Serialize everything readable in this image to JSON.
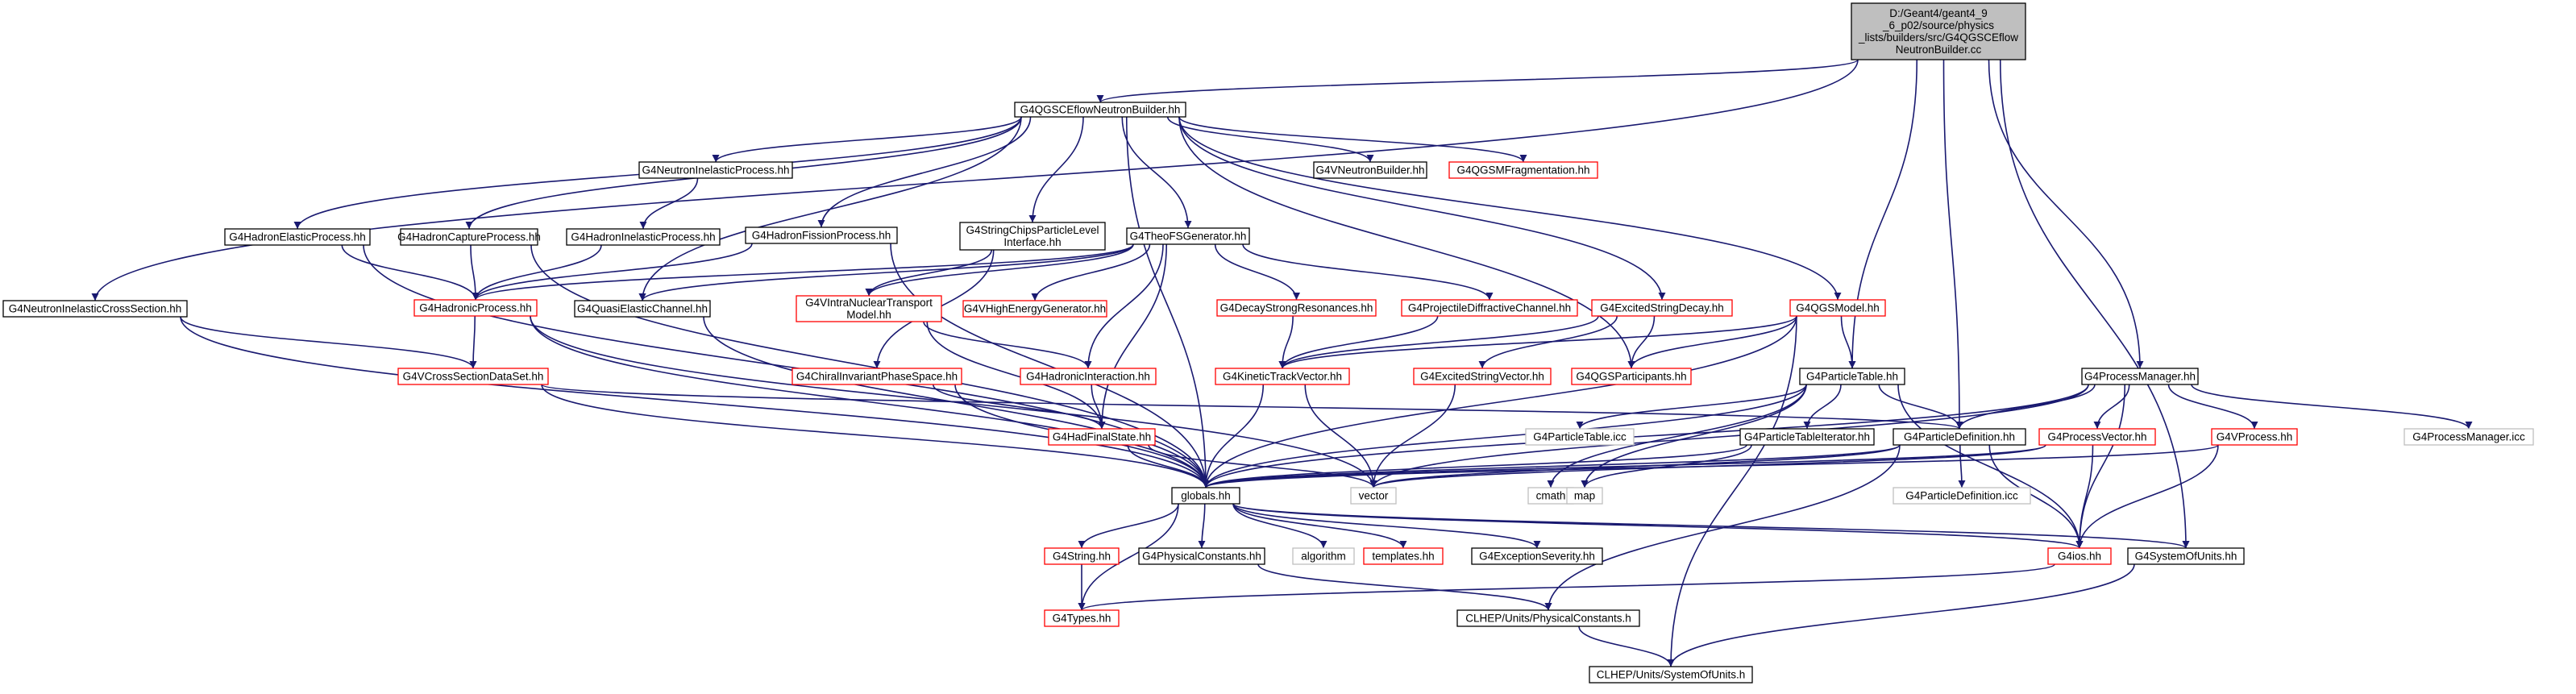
{
  "colors": {
    "root_fill": "#bfbfbf",
    "normal_border": "#000000",
    "normal_text": "#000000",
    "missing_border": "#ff0000",
    "missing_text": "#ff0000",
    "system_border": "#bfbfbf",
    "system_text": "#000000",
    "edge": "#191970"
  },
  "nodes": [
    {
      "id": "root",
      "lines": [
        "D:/Geant4/geant4_9",
        "_6_p02/source/physics",
        "_lists/builders/src/G4QGSCEflow",
        "NeutronBuilder.cc"
      ],
      "style": "root"
    },
    {
      "id": "qgsceflow",
      "lines": [
        "G4QGSCEflowNeutronBuilder.hh"
      ],
      "style": "normal"
    },
    {
      "id": "nicrosssec",
      "lines": [
        "G4NeutronInelasticCrossSection.hh"
      ],
      "style": "normal"
    },
    {
      "id": "hadelastic",
      "lines": [
        "G4HadronElasticProcess.hh"
      ],
      "style": "normal"
    },
    {
      "id": "hadcapture",
      "lines": [
        "G4HadronCaptureProcess.hh"
      ],
      "style": "normal"
    },
    {
      "id": "neutroninel",
      "lines": [
        "G4NeutronInelasticProcess.hh"
      ],
      "style": "normal"
    },
    {
      "id": "hadroninel",
      "lines": [
        "G4HadronInelasticProcess.hh"
      ],
      "style": "normal"
    },
    {
      "id": "hadfission",
      "lines": [
        "G4HadronFissionProcess.hh"
      ],
      "style": "normal"
    },
    {
      "id": "stringchips",
      "lines": [
        "G4StringChipsParticleLevel",
        "Interface.hh"
      ],
      "style": "normal"
    },
    {
      "id": "theofs",
      "lines": [
        "G4TheoFSGenerator.hh"
      ],
      "style": "normal"
    },
    {
      "id": "vneutronbuilder",
      "lines": [
        "G4VNeutronBuilder.hh"
      ],
      "style": "normal"
    },
    {
      "id": "qgsmfrag",
      "lines": [
        "G4QGSMFragmentation.hh"
      ],
      "style": "missing"
    },
    {
      "id": "hadronicproc",
      "lines": [
        "G4HadronicProcess.hh"
      ],
      "style": "missing"
    },
    {
      "id": "quasielastic",
      "lines": [
        "G4QuasiElasticChannel.hh"
      ],
      "style": "normal"
    },
    {
      "id": "vintranuclear",
      "lines": [
        "G4VIntraNuclearTransport",
        "Model.hh"
      ],
      "style": "missing"
    },
    {
      "id": "vhighenergy",
      "lines": [
        "G4VHighEnergyGenerator.hh"
      ],
      "style": "missing"
    },
    {
      "id": "decaystrong",
      "lines": [
        "G4DecayStrongResonances.hh"
      ],
      "style": "missing"
    },
    {
      "id": "projdiffractive",
      "lines": [
        "G4ProjectileDiffractiveChannel.hh"
      ],
      "style": "missing"
    },
    {
      "id": "excitedstringdecay",
      "lines": [
        "G4ExcitedStringDecay.hh"
      ],
      "style": "missing"
    },
    {
      "id": "qgsmodel",
      "lines": [
        "G4QGSModel.hh"
      ],
      "style": "missing"
    },
    {
      "id": "vcrosssection",
      "lines": [
        "G4VCrossSectionDataSet.hh"
      ],
      "style": "missing"
    },
    {
      "id": "chiralinv",
      "lines": [
        "G4ChiralInvariantPhaseSpace.hh"
      ],
      "style": "missing"
    },
    {
      "id": "hadronicinter",
      "lines": [
        "G4HadronicInteraction.hh"
      ],
      "style": "missing"
    },
    {
      "id": "kinetictrack",
      "lines": [
        "G4KineticTrackVector.hh"
      ],
      "style": "missing"
    },
    {
      "id": "excitedstringvec",
      "lines": [
        "G4ExcitedStringVector.hh"
      ],
      "style": "missing"
    },
    {
      "id": "qgsparticipants",
      "lines": [
        "G4QGSParticipants.hh"
      ],
      "style": "missing"
    },
    {
      "id": "particletable",
      "lines": [
        "G4ParticleTable.hh"
      ],
      "style": "normal"
    },
    {
      "id": "processmanager",
      "lines": [
        "G4ProcessManager.hh"
      ],
      "style": "normal"
    },
    {
      "id": "hadfinalstate",
      "lines": [
        "G4HadFinalState.hh"
      ],
      "style": "missing"
    },
    {
      "id": "particletableicc",
      "lines": [
        "G4ParticleTable.icc"
      ],
      "style": "system"
    },
    {
      "id": "particletableiter",
      "lines": [
        "G4ParticleTableIterator.hh"
      ],
      "style": "normal"
    },
    {
      "id": "particledef",
      "lines": [
        "G4ParticleDefinition.hh"
      ],
      "style": "normal"
    },
    {
      "id": "processvector",
      "lines": [
        "G4ProcessVector.hh"
      ],
      "style": "missing"
    },
    {
      "id": "vprocess",
      "lines": [
        "G4VProcess.hh"
      ],
      "style": "missing"
    },
    {
      "id": "processmanagericc",
      "lines": [
        "G4ProcessManager.icc"
      ],
      "style": "system"
    },
    {
      "id": "globals",
      "lines": [
        "globals.hh"
      ],
      "style": "normal"
    },
    {
      "id": "vector",
      "lines": [
        "vector"
      ],
      "style": "system"
    },
    {
      "id": "cmath",
      "lines": [
        "cmath"
      ],
      "style": "system"
    },
    {
      "id": "map",
      "lines": [
        "map"
      ],
      "style": "system"
    },
    {
      "id": "particledeficc",
      "lines": [
        "G4ParticleDefinition.icc"
      ],
      "style": "system"
    },
    {
      "id": "g4string",
      "lines": [
        "G4String.hh"
      ],
      "style": "missing"
    },
    {
      "id": "physconst",
      "lines": [
        "G4PhysicalConstants.hh"
      ],
      "style": "normal"
    },
    {
      "id": "algorithm",
      "lines": [
        "algorithm"
      ],
      "style": "system"
    },
    {
      "id": "templates",
      "lines": [
        "templates.hh"
      ],
      "style": "missing"
    },
    {
      "id": "exceptionsev",
      "lines": [
        "G4ExceptionSeverity.hh"
      ],
      "style": "normal"
    },
    {
      "id": "g4ios",
      "lines": [
        "G4ios.hh"
      ],
      "style": "missing"
    },
    {
      "id": "systemofunits",
      "lines": [
        "G4SystemOfUnits.hh"
      ],
      "style": "normal"
    },
    {
      "id": "g4types",
      "lines": [
        "G4Types.hh"
      ],
      "style": "missing"
    },
    {
      "id": "clhepphys",
      "lines": [
        "CLHEP/Units/PhysicalConstants.h"
      ],
      "style": "normal"
    },
    {
      "id": "clhepunits",
      "lines": [
        "CLHEP/Units/SystemOfUnits.h"
      ],
      "style": "normal"
    }
  ],
  "edges": [
    [
      "root",
      "qgsceflow"
    ],
    [
      "root",
      "nicrosssec"
    ],
    [
      "root",
      "particletable"
    ],
    [
      "root",
      "particledef"
    ],
    [
      "root",
      "processmanager"
    ],
    [
      "root",
      "systemofunits"
    ],
    [
      "qgsceflow",
      "hadelastic"
    ],
    [
      "qgsceflow",
      "hadcapture"
    ],
    [
      "qgsceflow",
      "neutroninel"
    ],
    [
      "qgsceflow",
      "hadfission"
    ],
    [
      "qgsceflow",
      "stringchips"
    ],
    [
      "qgsceflow",
      "theofs"
    ],
    [
      "qgsceflow",
      "vneutronbuilder"
    ],
    [
      "qgsceflow",
      "qgsmfrag"
    ],
    [
      "qgsceflow",
      "quasielastic"
    ],
    [
      "qgsceflow",
      "excitedstringdecay"
    ],
    [
      "qgsceflow",
      "qgsmodel"
    ],
    [
      "qgsceflow",
      "qgsparticipants"
    ],
    [
      "qgsceflow",
      "globals"
    ],
    [
      "neutroninel",
      "hadroninel"
    ],
    [
      "hadroninel",
      "hadronicproc"
    ],
    [
      "hadelastic",
      "hadronicproc"
    ],
    [
      "hadcapture",
      "hadronicproc"
    ],
    [
      "hadfission",
      "hadronicproc"
    ],
    [
      "hadelastic",
      "globals"
    ],
    [
      "hadcapture",
      "globals"
    ],
    [
      "hadfission",
      "globals"
    ],
    [
      "nicrosssec",
      "vcrosssection"
    ],
    [
      "nicrosssec",
      "globals"
    ],
    [
      "hadronicproc",
      "vcrosssection"
    ],
    [
      "hadronicproc",
      "globals"
    ],
    [
      "hadronicproc",
      "vector"
    ],
    [
      "vcrosssection",
      "globals"
    ],
    [
      "vcrosssection",
      "particledef"
    ],
    [
      "stringchips",
      "vintranuclear"
    ],
    [
      "stringchips",
      "chiralinv"
    ],
    [
      "theofs",
      "quasielastic"
    ],
    [
      "theofs",
      "vintranuclear"
    ],
    [
      "theofs",
      "vhighenergy"
    ],
    [
      "theofs",
      "decaystrong"
    ],
    [
      "theofs",
      "projdiffractive"
    ],
    [
      "theofs",
      "hadronicinter"
    ],
    [
      "theofs",
      "hadfinalstate"
    ],
    [
      "theofs",
      "hadronicproc"
    ],
    [
      "quasielastic",
      "globals"
    ],
    [
      "vintranuclear",
      "hadronicinter"
    ],
    [
      "vintranuclear",
      "hadfinalstate"
    ],
    [
      "decaystrong",
      "kinetictrack"
    ],
    [
      "projdiffractive",
      "kinetictrack"
    ],
    [
      "excitedstringdecay",
      "kinetictrack"
    ],
    [
      "excitedstringdecay",
      "excitedstringvec"
    ],
    [
      "excitedstringdecay",
      "qgsparticipants"
    ],
    [
      "qgsmodel",
      "kinetictrack"
    ],
    [
      "qgsmodel",
      "qgsparticipants"
    ],
    [
      "qgsmodel",
      "particletable"
    ],
    [
      "qgsmodel",
      "globals"
    ],
    [
      "qgsmodel",
      "clhepunits"
    ],
    [
      "chiralinv",
      "hadfinalstate"
    ],
    [
      "chiralinv",
      "globals"
    ],
    [
      "hadronicinter",
      "hadfinalstate"
    ],
    [
      "kinetictrack",
      "globals"
    ],
    [
      "kinetictrack",
      "vector"
    ],
    [
      "excitedstringvec",
      "vector"
    ],
    [
      "hadfinalstate",
      "globals"
    ],
    [
      "hadfinalstate",
      "vector"
    ],
    [
      "particletable",
      "particletableicc"
    ],
    [
      "particletable",
      "particletableiter"
    ],
    [
      "particletable",
      "particledef"
    ],
    [
      "particletable",
      "globals"
    ],
    [
      "particletable",
      "map"
    ],
    [
      "particletable",
      "g4ios"
    ],
    [
      "particletable",
      "cmath"
    ],
    [
      "particletableiter",
      "map"
    ],
    [
      "particletableiter",
      "globals"
    ],
    [
      "particledef",
      "particledeficc"
    ],
    [
      "particledef",
      "g4ios"
    ],
    [
      "particledef",
      "globals"
    ],
    [
      "particledef",
      "vector"
    ],
    [
      "particledef",
      "clhepphys"
    ],
    [
      "processmanager",
      "processvector"
    ],
    [
      "processmanager",
      "vprocess"
    ],
    [
      "processmanager",
      "processmanagericc"
    ],
    [
      "processmanager",
      "particledef"
    ],
    [
      "processmanager",
      "globals"
    ],
    [
      "processmanager",
      "g4ios"
    ],
    [
      "processmanager",
      "vector"
    ],
    [
      "processvector",
      "g4ios"
    ],
    [
      "processvector",
      "globals"
    ],
    [
      "processvector",
      "vector"
    ],
    [
      "vprocess",
      "g4ios"
    ],
    [
      "vprocess",
      "globals"
    ],
    [
      "globals",
      "g4string"
    ],
    [
      "globals",
      "physconst"
    ],
    [
      "globals",
      "algorithm"
    ],
    [
      "globals",
      "templates"
    ],
    [
      "globals",
      "exceptionsev"
    ],
    [
      "globals",
      "g4ios"
    ],
    [
      "globals",
      "systemofunits"
    ],
    [
      "globals",
      "g4types"
    ],
    [
      "g4string",
      "g4types"
    ],
    [
      "g4ios",
      "g4types"
    ],
    [
      "physconst",
      "clhepphys"
    ],
    [
      "clhepphys",
      "clhepunits"
    ],
    [
      "systemofunits",
      "clhepunits"
    ]
  ]
}
